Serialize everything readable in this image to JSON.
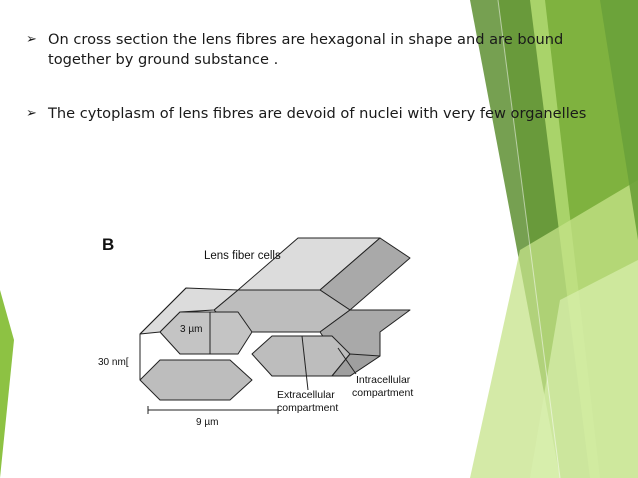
{
  "slide": {
    "bullets": [
      {
        "text": "On cross section the lens fibres are hexagonal in shape and are bound\ntogether by ground substance ."
      },
      {
        "text": "The cytoplasm of  lens fibres are devoid of nuclei with very few organelles"
      }
    ],
    "bullet_glyph": "➢",
    "figure": {
      "panel_label": "B",
      "lens_fiber_cells": "Lens fiber cells",
      "fiber_width": "3 µm",
      "gap": "30 nm[",
      "extracellular_1": "Extracellular",
      "extracellular_2": "compartment",
      "intracellular_1": "Intracellular",
      "intracellular_2": "compartment",
      "length": "9 µm"
    },
    "colors": {
      "accent_dark": "#5e8f32",
      "accent_mid": "#7fb23f",
      "accent_light": "#a9d36a",
      "accent_pale": "#d2ea9f",
      "hexagon_fill": "#bdbdbd",
      "hexagon_top": "#d6d6d6",
      "hexagon_side": "#a8a8a8"
    }
  }
}
